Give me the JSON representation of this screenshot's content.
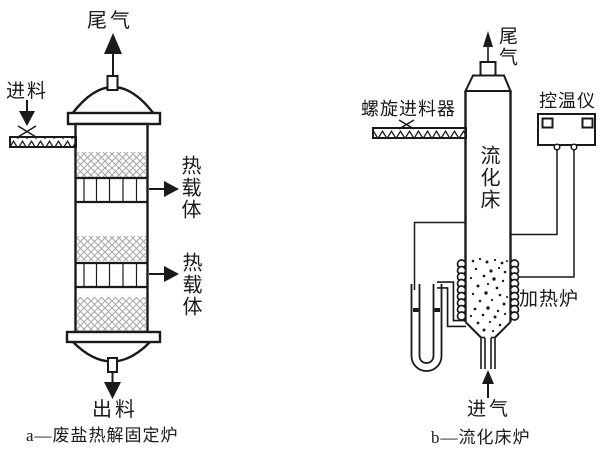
{
  "fig_a": {
    "caption": "a—废盐热解固定炉",
    "labels": {
      "tail_gas": "尾气",
      "feed": "进料",
      "heat_carrier_1": "热载体",
      "heat_carrier_2": "热载体",
      "discharge": "出料"
    }
  },
  "fig_b": {
    "caption": "b—流化床炉",
    "labels": {
      "tail_gas": "尾气",
      "screw_feeder": "螺旋进料器",
      "temp_controller": "控温仪",
      "fluidized_bed": "流化床",
      "heating_furnace": "加热炉",
      "gas_inlet": "进气"
    }
  },
  "colors": {
    "line": "#1a1a1a",
    "hatch": "#aaaaaa",
    "background": "#ffffff"
  }
}
